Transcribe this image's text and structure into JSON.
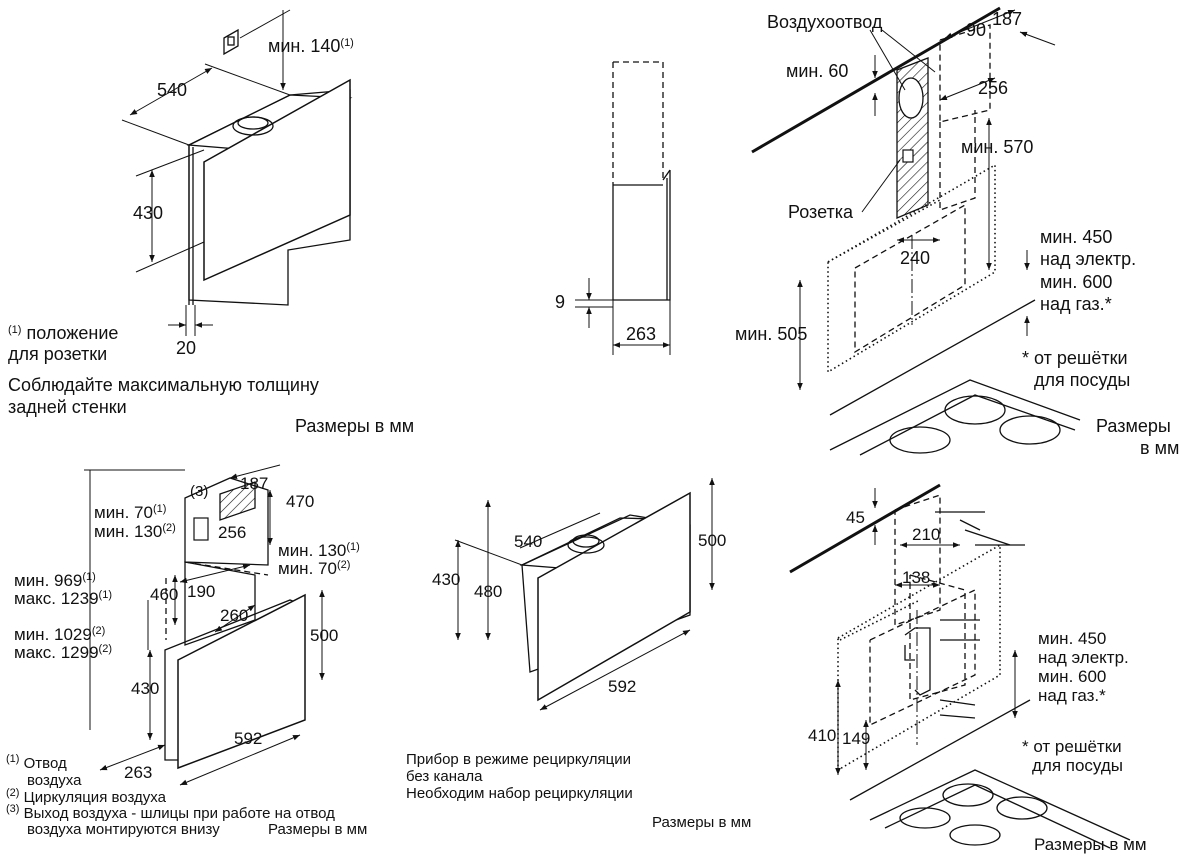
{
  "top_left": {
    "dim_width": "540",
    "dim_min_socket": "мин. 140",
    "dim_min_socket_note": "(1)",
    "dim_height": "430",
    "dim_wall": "20",
    "note_socket_mark": "(1)",
    "note_socket_line1": "положение",
    "note_socket_line2": "для розетки",
    "note_wall_line1": "Соблюдайте максимальную толщину",
    "note_wall_line2": "задней стенки",
    "units": "Размеры в мм"
  },
  "top_middle": {
    "dim_gap": "9",
    "dim_depth": "263"
  },
  "top_right": {
    "label_duct": "Воздухоотвод",
    "label_socket": "Розетка",
    "dim_min_top": "мин. 60",
    "dim_90": "90",
    "dim_187": "187",
    "dim_256": "256",
    "dim_min_570": "мин. 570",
    "dim_240": "240",
    "dim_min_505": "мин. 505",
    "clear_elec_1": "мин. 450",
    "clear_elec_2": "над электр.",
    "clear_gas_1": "мин. 600",
    "clear_gas_2": "над газ.*",
    "footnote_1": "* от решётки",
    "footnote_2": "для посуды",
    "units_1": "Размеры",
    "units_2": "в мм"
  },
  "bottom_left": {
    "mark_3": "(3)",
    "dim_187": "187",
    "dim_470": "470",
    "dim_min70": "мин. 70",
    "dim_min70_note": "(1)",
    "dim_min130": "мин. 130",
    "dim_min130_note": "(2)",
    "dim_256": "256",
    "dim_min130b": "мин. 130",
    "dim_min130b_note": "(1)",
    "dim_min70b": "мин. 70",
    "dim_min70b_note": "(2)",
    "dim_min969": "мин. 969",
    "dim_min969_note": "(1)",
    "dim_max1239": "макс. 1239",
    "dim_max1239_note": "(1)",
    "dim_460": "460",
    "dim_190": "190",
    "dim_260": "260",
    "dim_min1029": "мин. 1029",
    "dim_min1029_note": "(2)",
    "dim_max1299": "макс. 1299",
    "dim_max1299_note": "(2)",
    "dim_500": "500",
    "dim_430": "430",
    "dim_592": "592",
    "dim_263": "263",
    "legend_1_mark": "(1)",
    "legend_1_line1": "Отвод",
    "legend_1_line2": "воздуха",
    "legend_2_mark": "(2)",
    "legend_2": "Циркуляция воздуха",
    "legend_3_mark": "(3)",
    "legend_3_line1": "Выход воздуха - шлицы при работе на отвод",
    "legend_3_line2": "воздуха монтируются внизу",
    "units": "Размеры в мм"
  },
  "bottom_middle": {
    "dim_540": "540",
    "dim_430": "430",
    "dim_480": "480",
    "dim_500": "500",
    "dim_592": "592",
    "note_1": "Прибор в режиме рециркуляции",
    "note_2": "без канала",
    "note_3": "Необходим набор рециркуляции",
    "units": "Размеры в мм"
  },
  "bottom_right": {
    "dim_45": "45",
    "dim_210": "210",
    "dim_138": "138",
    "dim_410": "410",
    "dim_149": "149",
    "clear_elec_1": "мин. 450",
    "clear_elec_2": "над электр.",
    "clear_gas_1": "мин. 600",
    "clear_gas_2": "над газ.*",
    "footnote_1": "* от решётки",
    "footnote_2": "для посуды",
    "units": "Размеры в мм"
  }
}
